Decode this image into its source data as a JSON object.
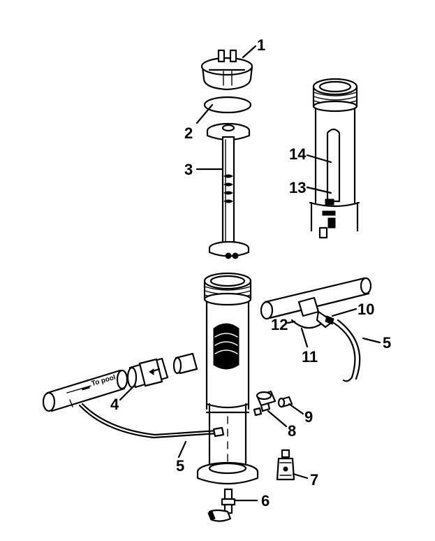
{
  "callouts": {
    "n1": "1",
    "n2": "2",
    "n3": "3",
    "n4": "4",
    "n5a": "5",
    "n5b": "5",
    "n6": "6",
    "n7": "7",
    "n8": "8",
    "n9": "9",
    "n10": "10",
    "n11": "11",
    "n12": "12",
    "n13": "13",
    "n14": "14"
  },
  "pipe_label": "To pool"
}
